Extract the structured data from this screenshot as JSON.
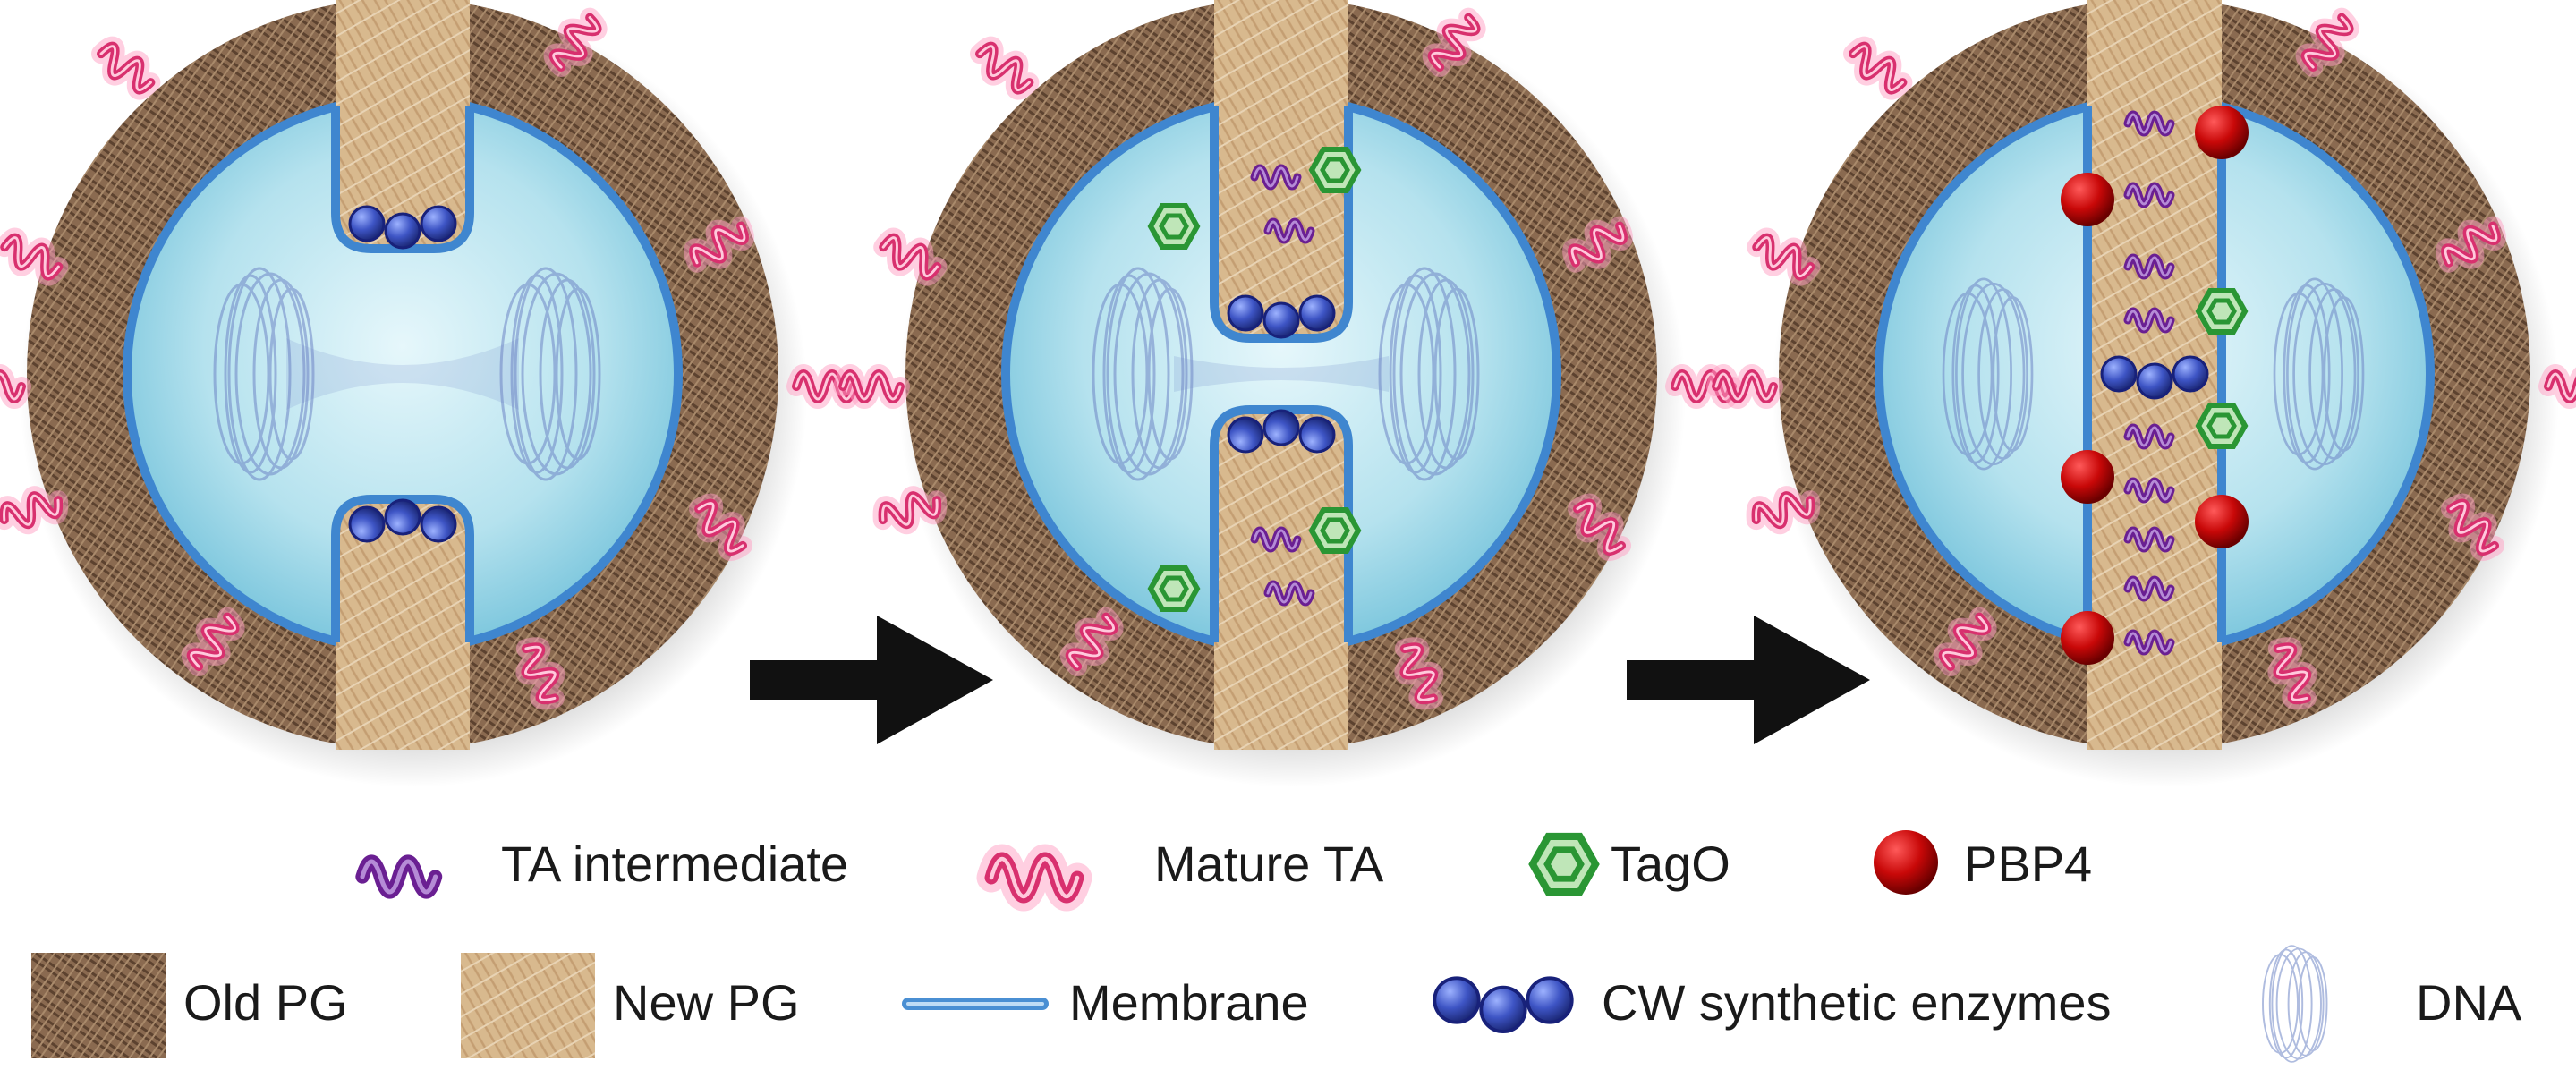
{
  "figure": {
    "stages": [
      {
        "id": "stage-1",
        "septum": "initiating"
      },
      {
        "id": "stage-2",
        "septum": "progressing"
      },
      {
        "id": "stage-3",
        "septum": "closed"
      }
    ]
  },
  "legend": {
    "row1": [
      {
        "key": "ta_intermediate",
        "label": "TA intermediate",
        "icon": "purple-wave-icon"
      },
      {
        "key": "mature_ta",
        "label": "Mature TA",
        "icon": "pink-glow-wave-icon"
      },
      {
        "key": "tago",
        "label": "TagO",
        "icon": "green-hexagon-icon"
      },
      {
        "key": "pbp4",
        "label": "PBP4",
        "icon": "red-sphere-icon"
      }
    ],
    "row2": [
      {
        "key": "old_pg",
        "label": "Old PG",
        "icon": "crosshatch-brown-square-icon"
      },
      {
        "key": "new_pg",
        "label": "New PG",
        "icon": "tan-square-icon"
      },
      {
        "key": "membrane",
        "label": "Membrane",
        "icon": "blue-line-icon"
      },
      {
        "key": "cw_enzymes",
        "label": "CW synthetic enzymes",
        "icon": "blue-beads-icon"
      },
      {
        "key": "dna",
        "label": "DNA",
        "icon": "dna-coil-icon"
      }
    ]
  },
  "colors": {
    "old_pg": "#7a5c43",
    "new_pg": "#d8b98e",
    "cytoplasm": "#a9dbe8",
    "membrane": "#4a8fd3",
    "ta_intermediate": "#7a2fa0",
    "mature_ta": "#e0407f",
    "tago": "#2f9a3a",
    "pbp4": "#b90a0a",
    "enzyme": "#3a4fb8",
    "dna": "#6f86c6",
    "arrow": "#111111"
  }
}
